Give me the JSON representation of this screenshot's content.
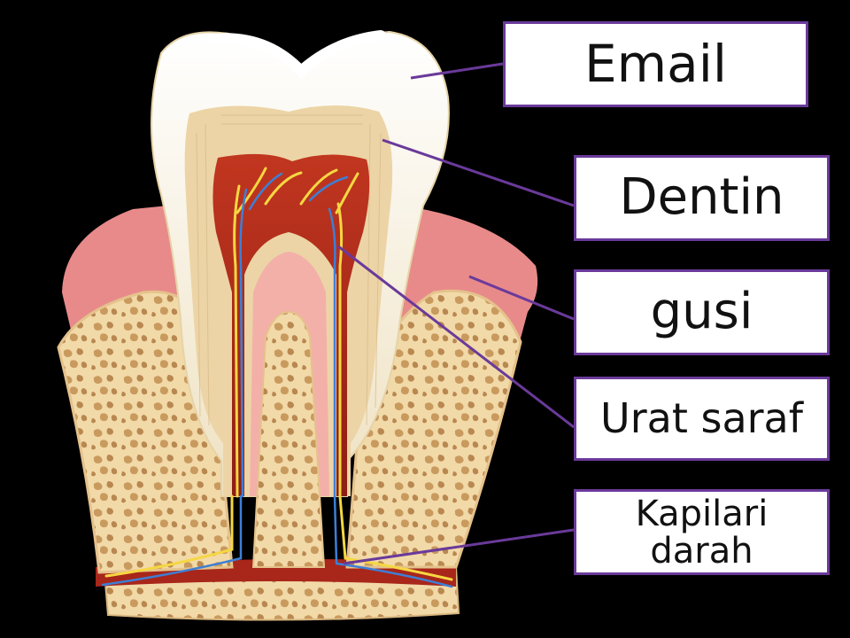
{
  "diagram": {
    "labels": {
      "email": "Email",
      "dentin": "Dentin",
      "gusi": "gusi",
      "urat_saraf": "Urat saraf",
      "kapilari_darah": "Kapilari\ndarah"
    }
  },
  "colors": {
    "background": "#000000",
    "leader_line": "#6a3a9a",
    "enamel": "#f8f0dc",
    "dentin": "#ecd4a6",
    "pulp": "#a8261a",
    "gum": "#e88a8a",
    "bone": "#f2d9a8",
    "nerve": "#f5d742",
    "capillary": "#3d7fd6"
  }
}
